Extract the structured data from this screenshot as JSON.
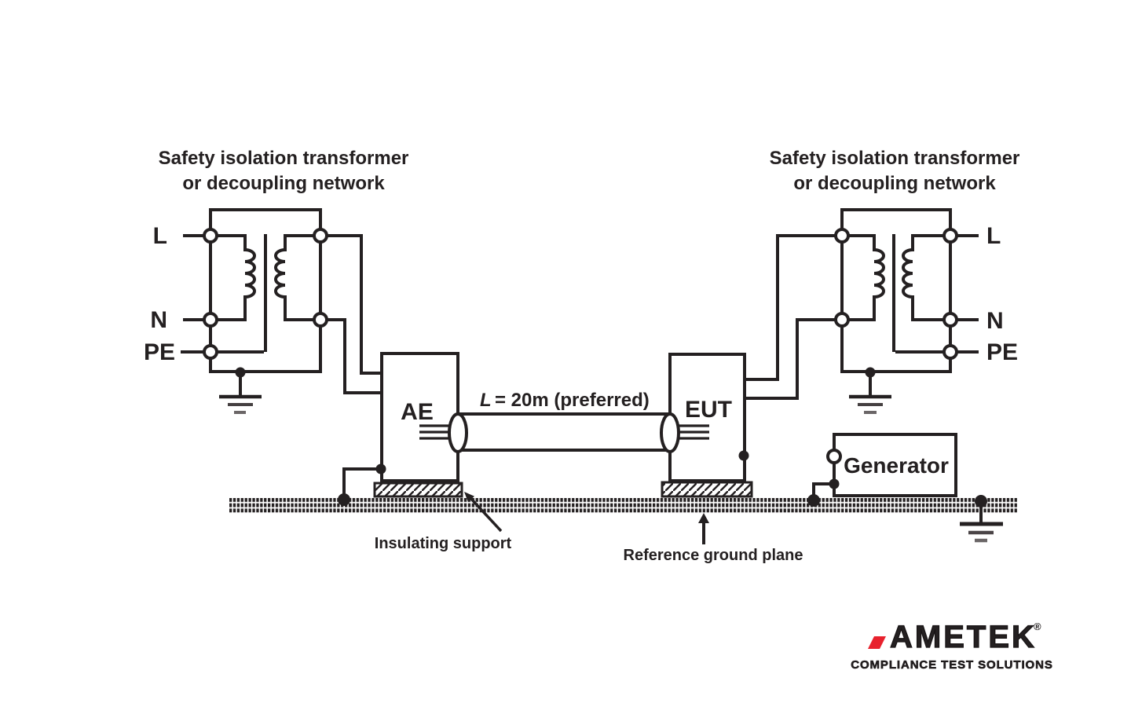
{
  "colors": {
    "line": "#242021",
    "background": "#ffffff"
  },
  "diagram": {
    "left_transformer": {
      "title1": "Safety isolation transformer",
      "title2": "or decoupling network",
      "t_l": "L",
      "t_n": "N",
      "t_pe": "PE"
    },
    "right_transformer": {
      "title1": "Safety isolation transformer",
      "title2": "or decoupling network",
      "t_l": "L",
      "t_n": "N",
      "t_pe": "PE"
    },
    "ae": {
      "label": "AE"
    },
    "eut": {
      "label": "EUT"
    },
    "generator": {
      "label": "Generator"
    },
    "cable": {
      "var": "L",
      "rest": "= 20m (preferred)"
    },
    "notes": {
      "insulating_support": "Insulating support",
      "reference_ground_plane": "Reference ground plane"
    }
  },
  "logo": {
    "brand": "AMETEK",
    "registered": "®",
    "tagline": "COMPLIANCE TEST SOLUTIONS",
    "accent_color": "#E8212D",
    "text_color": "#171314"
  }
}
